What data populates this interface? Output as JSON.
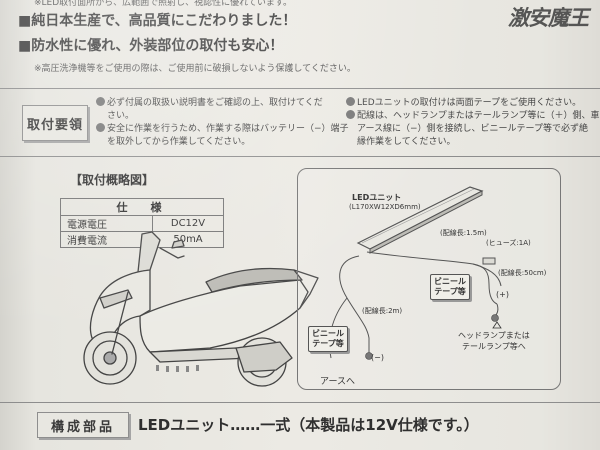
{
  "header": {
    "top_note": "※LED取付面所から、広範囲で照射し、視認性に優れています。",
    "feature1": "■純日本生産で、高品質にこだわりました！",
    "feature2": "■防水性に優れ、外装部位の取付も安心！",
    "wash_note": "※高圧洗浄機等をご使用の際は、ご使用前に破損しないよう保護してください。"
  },
  "logo": {
    "text": "激安魔王"
  },
  "mounting": {
    "badge": "取付要領",
    "left_items": [
      "必ず付属の取扱い説明書をご確認の上、取付けてくだ",
      "さい。",
      "安全に作業を行うため、作業する際はバッテリー（−）端子",
      "を取外してから作業してください。"
    ],
    "right_items": [
      "LEDユニットの取付けは両面テープをご使用ください。",
      "配線は、ヘッドランプまたはテールランプ等に（＋）側、車両",
      "アース線に（−）側を接続し、ビニールテープ等で必ず絶",
      "縁作業をしてください。"
    ]
  },
  "diagram": {
    "title": "【取付概略図】",
    "spec": {
      "header": "仕　様",
      "rows": [
        {
          "label": "電源電圧",
          "value": "DC12V"
        },
        {
          "label": "消費電流",
          "value": "50mA"
        }
      ]
    },
    "led_unit_label": "LEDユニット",
    "led_unit_dims": "(L170XW12XD6mm)",
    "wire_label_1": "(配線長:1.5m)",
    "fuse_label": "(ヒューズ:1A)",
    "wire_label_50": "(配線長:50cm)",
    "vinyl_tape_1": [
      "ビニール",
      "テープ等"
    ],
    "vinyl_tape_2": [
      "ビニール",
      "テープ等"
    ],
    "wire_label_2": "(配線長:2m)",
    "plus_label": "(+)",
    "minus_label": "(−)",
    "to_ground": "アースへ",
    "to_lamp": [
      "ヘッドランプまたは",
      "テールランプ等へ"
    ]
  },
  "components": {
    "badge": "構成部品",
    "text": "LEDユニット……一式（本製品は12V仕様です。）"
  }
}
